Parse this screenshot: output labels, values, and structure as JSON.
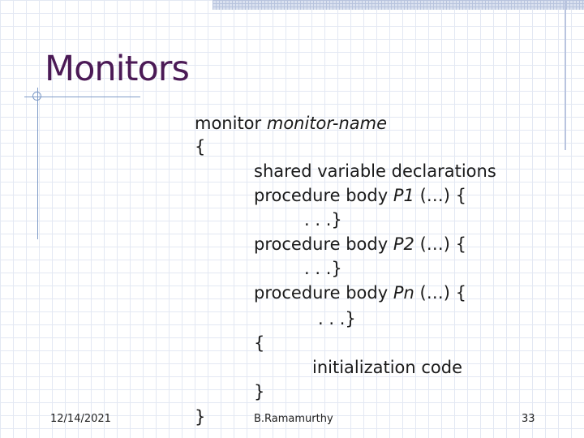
{
  "slide": {
    "title": "Monitors",
    "code": {
      "line1_keyword": "monitor",
      "line1_name": "monitor-name",
      "open_brace": "{",
      "shared": "shared variable declarations",
      "procedures": [
        {
          "prefix": "procedure body",
          "name": "P1",
          "params": "(…) {",
          "body": ". . .}"
        },
        {
          "prefix": "procedure body",
          "name": "P2",
          "params": "(…) {",
          "body": ". . .}"
        },
        {
          "prefix": "procedure body",
          "name": "Pn",
          "params": "(…) {",
          "body": ". . .}"
        }
      ],
      "init_open": "{",
      "init_code": "initialization code",
      "init_close": "}",
      "close_brace": "}"
    },
    "footer": {
      "date": "12/14/2021",
      "author": "B.Ramamurthy",
      "page": "33"
    }
  }
}
